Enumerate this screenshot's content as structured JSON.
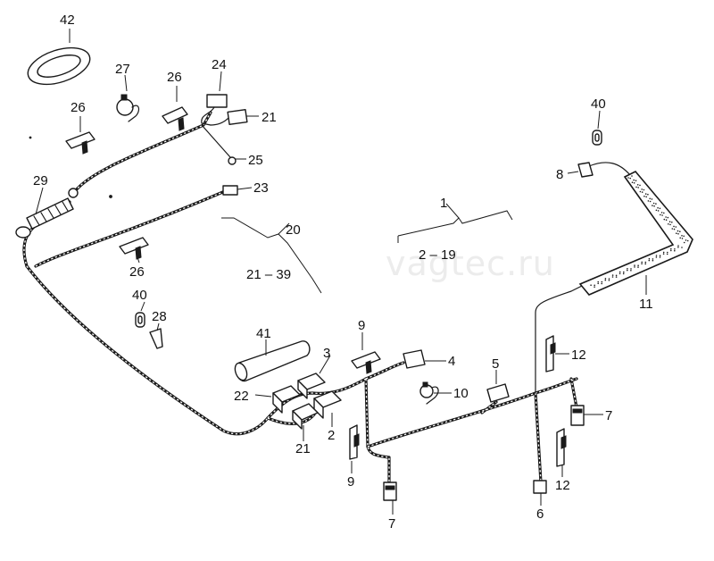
{
  "watermark": "vagtec.ru",
  "group_labels": {
    "g1": {
      "range": "2 – 19",
      "head": "1"
    },
    "g20": {
      "range": "21 – 39",
      "head": "20"
    }
  },
  "callouts": {
    "c42": "42",
    "c27": "27",
    "c26a": "26",
    "c24": "24",
    "c21a": "21",
    "c26b": "26",
    "c25": "25",
    "c29": "29",
    "c23": "23",
    "c26c": "26",
    "c40a": "40",
    "c28": "28",
    "c41": "41",
    "c3": "3",
    "c9a": "9",
    "c4": "4",
    "c10": "10",
    "c22": "22",
    "c2": "2",
    "c21b": "21",
    "c9b": "9",
    "c7a": "7",
    "c5": "5",
    "c12a": "12",
    "c7b": "7",
    "c12b": "12",
    "c6": "6",
    "c40b": "40",
    "c8": "8",
    "c11": "11"
  }
}
